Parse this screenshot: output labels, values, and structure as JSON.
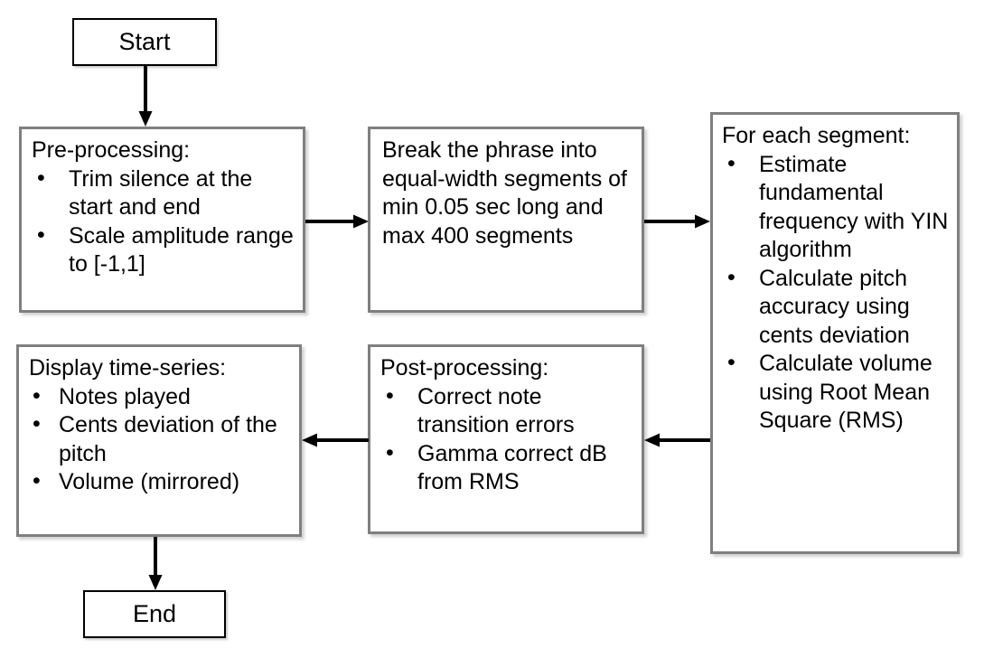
{
  "diagram": {
    "title": "Audio pitch analysis pipeline flowchart",
    "type": "flowchart",
    "colors": {
      "box_border": "#7f7f7f",
      "terminal_border": "#000000",
      "box_fill": "#ffffff",
      "arrow": "#000000",
      "text": "#000000",
      "background": "#ffffff"
    }
  },
  "nodes": {
    "start": {
      "label": "Start",
      "shape": "rectangle"
    },
    "preprocessing": {
      "title": "Pre-processing:",
      "bullets": [
        "Trim silence at the start and end",
        "Scale amplitude range to [-1,1]"
      ]
    },
    "segmentation": {
      "text": "Break the phrase into equal-width segments of min 0.05 sec long and max 400 segments"
    },
    "per_segment": {
      "title": "For each segment:",
      "bullets": [
        "Estimate fundamental frequency with YIN algorithm",
        "Calculate pitch accuracy using cents deviation",
        "Calculate volume using Root Mean Square (RMS)"
      ]
    },
    "postprocessing": {
      "title": "Post-processing:",
      "bullets": [
        "Correct note transition errors",
        "Gamma correct dB from RMS"
      ]
    },
    "display": {
      "title": "Display time-series:",
      "bullets": [
        "Notes played",
        "Cents deviation of the pitch",
        "Volume (mirrored)"
      ]
    },
    "end": {
      "label": "End",
      "shape": "rectangle"
    }
  },
  "edges": [
    {
      "from": "start",
      "to": "preprocessing",
      "direction": "down"
    },
    {
      "from": "preprocessing",
      "to": "segmentation",
      "direction": "right"
    },
    {
      "from": "segmentation",
      "to": "per_segment",
      "direction": "right"
    },
    {
      "from": "per_segment",
      "to": "postprocessing",
      "direction": "left"
    },
    {
      "from": "postprocessing",
      "to": "display",
      "direction": "left"
    },
    {
      "from": "display",
      "to": "end",
      "direction": "down"
    }
  ]
}
